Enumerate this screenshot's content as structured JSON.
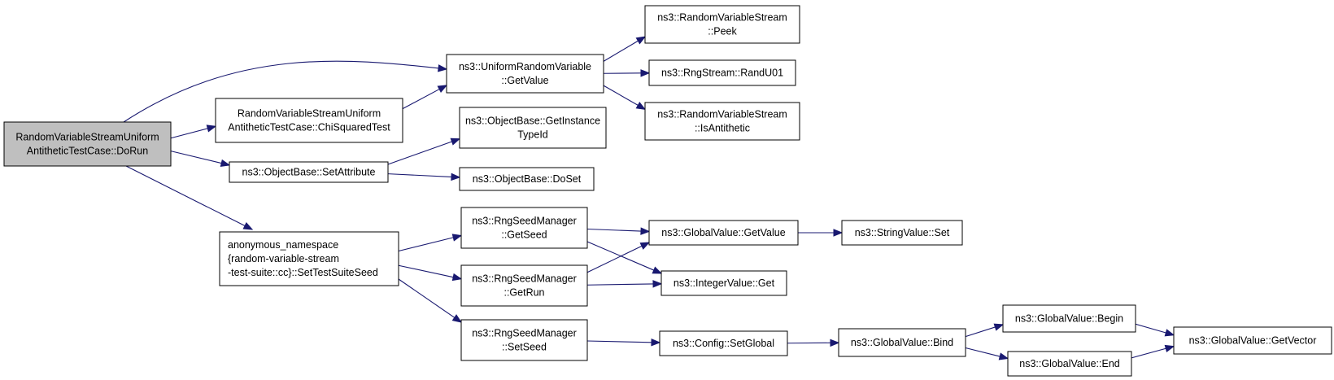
{
  "diagram": {
    "type": "call-graph",
    "colors": {
      "edge": "#191970",
      "root_fill": "#bfbfbf",
      "node_fill": "#ffffff",
      "node_border": "#000000"
    },
    "nodes": [
      {
        "id": "root",
        "lines": [
          "RandomVariableStreamUniform",
          "AntitheticTestCase::DoRun"
        ],
        "highlight": true
      },
      {
        "id": "chi",
        "lines": [
          "RandomVariableStreamUniform",
          "AntitheticTestCase::ChiSquaredTest"
        ]
      },
      {
        "id": "setattr",
        "lines": [
          "ns3::ObjectBase::SetAttribute"
        ]
      },
      {
        "id": "settsseed",
        "lines": [
          "anonymous_namespace",
          "{random-variable-stream",
          "-test-suite::cc}::SetTestSuiteSeed"
        ]
      },
      {
        "id": "urvget",
        "lines": [
          "ns3::UniformRandomVariable",
          "::GetValue"
        ]
      },
      {
        "id": "getinst",
        "lines": [
          "ns3::ObjectBase::GetInstance",
          "TypeId"
        ]
      },
      {
        "id": "doset",
        "lines": [
          "ns3::ObjectBase::DoSet"
        ]
      },
      {
        "id": "getseed",
        "lines": [
          "ns3::RngSeedManager",
          "::GetSeed"
        ]
      },
      {
        "id": "getrun",
        "lines": [
          "ns3::RngSeedManager",
          "::GetRun"
        ]
      },
      {
        "id": "setseed",
        "lines": [
          "ns3::RngSeedManager",
          "::SetSeed"
        ]
      },
      {
        "id": "peek",
        "lines": [
          "ns3::RandomVariableStream",
          "::Peek"
        ]
      },
      {
        "id": "randu01",
        "lines": [
          "ns3::RngStream::RandU01"
        ]
      },
      {
        "id": "isanti",
        "lines": [
          "ns3::RandomVariableStream",
          "::IsAntithetic"
        ]
      },
      {
        "id": "gvget",
        "lines": [
          "ns3::GlobalValue::GetValue"
        ]
      },
      {
        "id": "intget",
        "lines": [
          "ns3::IntegerValue::Get"
        ]
      },
      {
        "id": "cfgset",
        "lines": [
          "ns3::Config::SetGlobal"
        ]
      },
      {
        "id": "strset",
        "lines": [
          "ns3::StringValue::Set"
        ]
      },
      {
        "id": "bind",
        "lines": [
          "ns3::GlobalValue::Bind"
        ]
      },
      {
        "id": "begin",
        "lines": [
          "ns3::GlobalValue::Begin"
        ]
      },
      {
        "id": "end",
        "lines": [
          "ns3::GlobalValue::End"
        ]
      },
      {
        "id": "getvec",
        "lines": [
          "ns3::GlobalValue::GetVector"
        ]
      }
    ],
    "edges": [
      [
        "root",
        "urvget"
      ],
      [
        "root",
        "chi"
      ],
      [
        "root",
        "setattr"
      ],
      [
        "root",
        "settsseed"
      ],
      [
        "chi",
        "urvget"
      ],
      [
        "setattr",
        "getinst"
      ],
      [
        "setattr",
        "doset"
      ],
      [
        "urvget",
        "peek"
      ],
      [
        "urvget",
        "randu01"
      ],
      [
        "urvget",
        "isanti"
      ],
      [
        "settsseed",
        "getseed"
      ],
      [
        "settsseed",
        "getrun"
      ],
      [
        "settsseed",
        "setseed"
      ],
      [
        "getseed",
        "gvget"
      ],
      [
        "getseed",
        "intget"
      ],
      [
        "getrun",
        "gvget"
      ],
      [
        "getrun",
        "intget"
      ],
      [
        "setseed",
        "cfgset"
      ],
      [
        "gvget",
        "strset"
      ],
      [
        "cfgset",
        "bind"
      ],
      [
        "bind",
        "begin"
      ],
      [
        "bind",
        "end"
      ],
      [
        "begin",
        "getvec"
      ],
      [
        "end",
        "getvec"
      ]
    ]
  }
}
